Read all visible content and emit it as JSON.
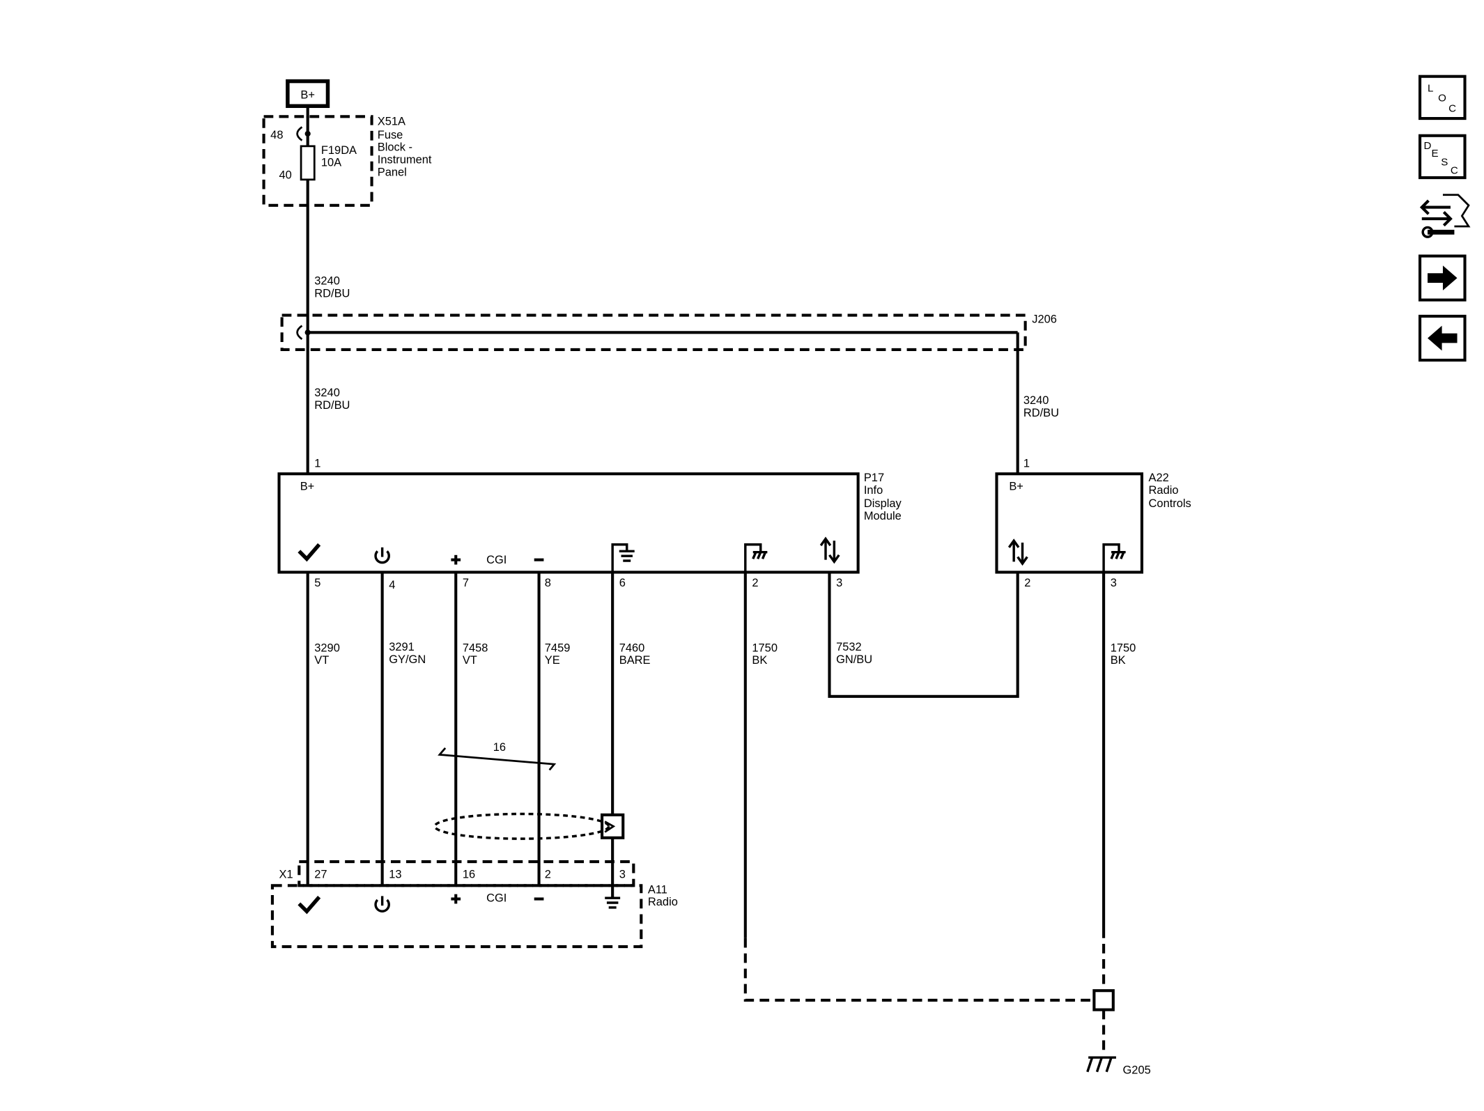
{
  "power": {
    "source": "B+"
  },
  "fuse_block": {
    "pin_in": "48",
    "pin_out": "40",
    "fuse_id": "F19DA",
    "fuse_rating": "10A",
    "ref": "X51A",
    "name_lines": [
      "Fuse",
      "Block -",
      "Instrument",
      "Panel"
    ]
  },
  "splice": {
    "ref": "J206"
  },
  "wires": {
    "w3240_a": {
      "circuit": "3240",
      "color": "RD/BU"
    },
    "w3240_b": {
      "circuit": "3240",
      "color": "RD/BU"
    },
    "w3240_c": {
      "circuit": "3240",
      "color": "RD/BU"
    },
    "w3290": {
      "circuit": "3290",
      "color": "VT"
    },
    "w3291": {
      "circuit": "3291",
      "color": "GY/GN"
    },
    "w7458": {
      "circuit": "7458",
      "color": "VT"
    },
    "w7459": {
      "circuit": "7459",
      "color": "YE"
    },
    "w7460": {
      "circuit": "7460",
      "color": "BARE"
    },
    "w1750_a": {
      "circuit": "1750",
      "color": "BK"
    },
    "w7532": {
      "circuit": "7532",
      "color": "GN/BU"
    },
    "w1750_b": {
      "circuit": "1750",
      "color": "BK"
    }
  },
  "p17": {
    "ref": "P17",
    "name_lines": [
      "Info",
      "Display",
      "Module"
    ],
    "bplus": "B+",
    "cgi": "CGI",
    "pin_top": "1",
    "pins": [
      "5",
      "4",
      "7",
      "8",
      "6",
      "2",
      "3"
    ]
  },
  "a22": {
    "ref": "A22",
    "name_lines": [
      "Radio",
      "Controls"
    ],
    "bplus": "B+",
    "pin_top": "1",
    "pins": [
      "2",
      "3"
    ]
  },
  "a11": {
    "connector": "X1",
    "ref": "A11",
    "name_lines": [
      "Radio"
    ],
    "cgi": "CGI",
    "pins": [
      "27",
      "13",
      "16",
      "2",
      "3"
    ]
  },
  "twist": {
    "label": "16"
  },
  "ground": {
    "ref": "G205"
  },
  "side_buttons": {
    "loc": [
      "L",
      "O",
      "C"
    ],
    "desc": [
      "D",
      "E",
      "S",
      "C"
    ]
  }
}
